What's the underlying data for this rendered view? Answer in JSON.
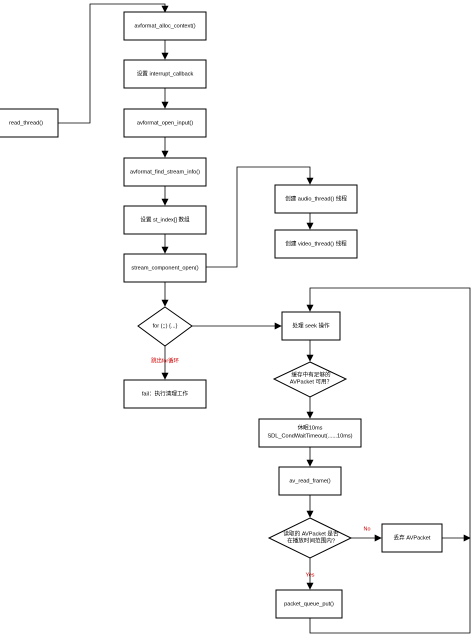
{
  "nodes": {
    "read_thread": "read_thread()",
    "alloc": "avformat_alloc_context()",
    "interrupt": "设置 interrupt_callback",
    "open_input": "avformat_open_input()",
    "find_stream": "avformat_find_stream_info()",
    "st_index": "设置 st_index[] 数组",
    "audio_thread": "创建 audio_thread() 线程",
    "video_thread": "创建 video_thread() 线程",
    "component_open": "stream_component_open()",
    "for_loop": "for (;;) {...}",
    "fail": "fail：执行清理工作",
    "seek": "处理 seek 操作",
    "enough_q1": "缓存中有足够的",
    "enough_q2": "AVPacket 可用？",
    "sleep1": "休眠10ms",
    "sleep2": "SDL_CondWaitTimeout(......10ms)",
    "read_frame": "av_read_frame()",
    "inrange_q1": "读取的 AVPacket 是否",
    "inrange_q2": "在播放时间范围内?",
    "discard": "丢弃 AVPacket",
    "queue_put": "packet_queue_put()"
  },
  "edge_labels": {
    "exit_loop": "跳出for循环",
    "no": "No",
    "yes": "Yes"
  }
}
